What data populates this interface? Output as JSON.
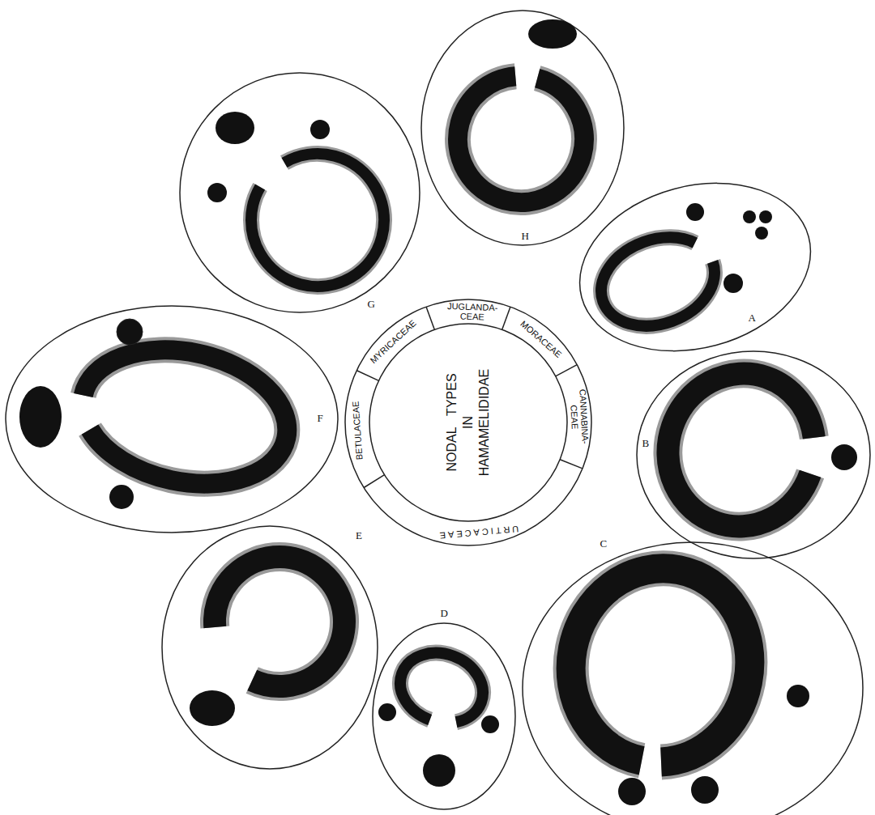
{
  "diagram": {
    "nodes": [
      {
        "text": [
          "NODAL TYPES IN HAMAMELIDIDAE"
        ]
      },
      {
        "text": [
          "JUGLANDA- CEAE"
        ]
      },
      {
        "text": [
          "MORACEAE"
        ]
      },
      {
        "text": [
          "CANNABINA- CEAE"
        ]
      },
      {
        "text": [
          "URTICACEAE"
        ]
      },
      {
        "text": [
          "BETULACEAE"
        ]
      },
      {
        "text": [
          "MYRICACEAE"
        ]
      }
    ],
    "labels": [
      "H",
      "A",
      "B",
      "C",
      "D",
      "E",
      "F",
      "G"
    ]
  }
}
